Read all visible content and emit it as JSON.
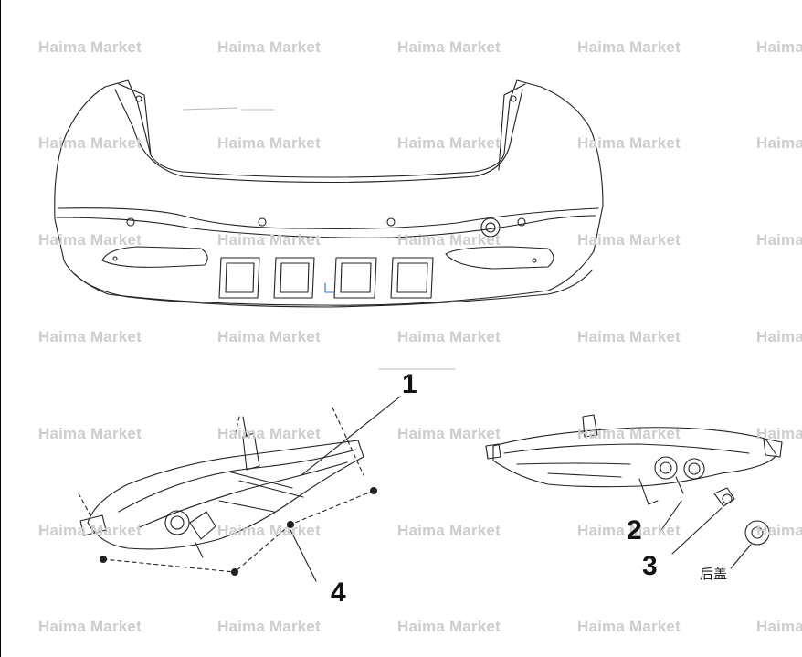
{
  "watermark": {
    "text": "Haima Market",
    "color": "#cdcdcd"
  },
  "callouts": {
    "c1": "1",
    "c2": "2",
    "c3": "3",
    "c4": "4"
  },
  "rear_cover_note": "后盖",
  "line_color": "#222222"
}
